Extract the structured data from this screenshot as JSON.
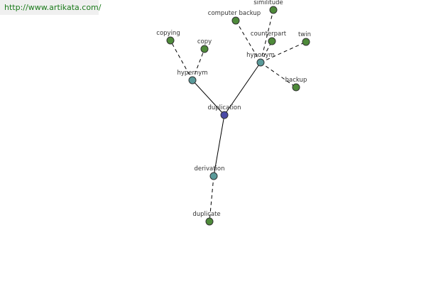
{
  "source": {
    "url_text": "http://www.artikata.com/"
  },
  "colors": {
    "center": "#4a4aa6",
    "relation": "#5a9a9a",
    "leaf": "#4e8a3a",
    "link_text": "#1a7a1a"
  },
  "graph": {
    "nodes": [
      {
        "id": "duplication",
        "label": "duplication",
        "kind": "center"
      },
      {
        "id": "hypernym",
        "label": "hypernym",
        "kind": "relation"
      },
      {
        "id": "hyponym",
        "label": "hyponym",
        "kind": "relation"
      },
      {
        "id": "derivation",
        "label": "derivation",
        "kind": "relation"
      },
      {
        "id": "copying",
        "label": "copying",
        "kind": "leaf"
      },
      {
        "id": "copy",
        "label": "copy",
        "kind": "leaf"
      },
      {
        "id": "computer-backup",
        "label": "computer backup",
        "kind": "leaf"
      },
      {
        "id": "similitude",
        "label": "similitude",
        "kind": "leaf"
      },
      {
        "id": "counterpart",
        "label": "counterpart",
        "kind": "leaf"
      },
      {
        "id": "twin",
        "label": "twin",
        "kind": "leaf"
      },
      {
        "id": "backup",
        "label": "backup",
        "kind": "leaf"
      },
      {
        "id": "duplicate",
        "label": "duplicate",
        "kind": "leaf"
      }
    ],
    "edges": [
      {
        "from": "duplication",
        "to": "hypernym",
        "style": "solid"
      },
      {
        "from": "duplication",
        "to": "hyponym",
        "style": "solid"
      },
      {
        "from": "duplication",
        "to": "derivation",
        "style": "solid"
      },
      {
        "from": "hypernym",
        "to": "copying",
        "style": "dashed"
      },
      {
        "from": "hypernym",
        "to": "copy",
        "style": "dashed"
      },
      {
        "from": "hyponym",
        "to": "computer-backup",
        "style": "dashed"
      },
      {
        "from": "hyponym",
        "to": "similitude",
        "style": "dashed"
      },
      {
        "from": "hyponym",
        "to": "counterpart",
        "style": "dashed"
      },
      {
        "from": "hyponym",
        "to": "twin",
        "style": "dashed"
      },
      {
        "from": "hyponym",
        "to": "backup",
        "style": "dashed"
      },
      {
        "from": "derivation",
        "to": "duplicate",
        "style": "dashed"
      }
    ]
  }
}
